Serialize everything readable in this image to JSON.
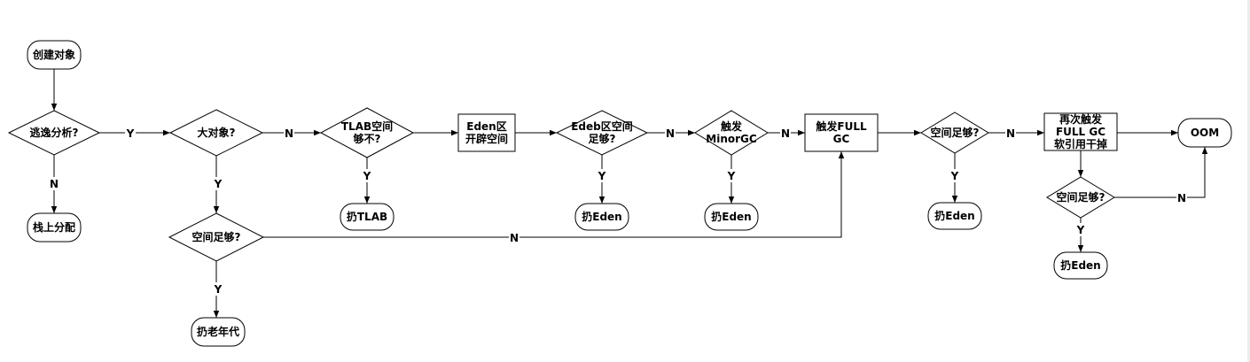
{
  "nodes": [
    {
      "id": "create",
      "type": "terminal",
      "lines": [
        "创建对象"
      ]
    },
    {
      "id": "escape",
      "type": "decision",
      "lines": [
        "逃逸分析?"
      ]
    },
    {
      "id": "stack",
      "type": "terminal",
      "lines": [
        "栈上分配"
      ]
    },
    {
      "id": "bigobj",
      "type": "decision",
      "lines": [
        "大对象?"
      ]
    },
    {
      "id": "oldspace",
      "type": "decision",
      "lines": [
        "空间足够?"
      ]
    },
    {
      "id": "oldgen",
      "type": "terminal",
      "lines": [
        "扔老年代"
      ]
    },
    {
      "id": "tlab",
      "type": "decision",
      "lines": [
        "TLAB空间",
        "够不?"
      ]
    },
    {
      "id": "tlabput",
      "type": "terminal",
      "lines": [
        "扔TLAB"
      ]
    },
    {
      "id": "edenopen",
      "type": "process",
      "lines": [
        "Eden区",
        "开辟空间"
      ]
    },
    {
      "id": "edebspace",
      "type": "decision",
      "lines": [
        "Edeb区空间",
        "足够?"
      ]
    },
    {
      "id": "eden1",
      "type": "terminal",
      "lines": [
        "扔Eden"
      ]
    },
    {
      "id": "minor",
      "type": "decision",
      "lines": [
        "触发",
        "MinorGC"
      ]
    },
    {
      "id": "eden2",
      "type": "terminal",
      "lines": [
        "扔Eden"
      ]
    },
    {
      "id": "fullgc",
      "type": "process",
      "lines": [
        "触发FULL",
        "GC"
      ]
    },
    {
      "id": "space2",
      "type": "decision",
      "lines": [
        "空间足够?"
      ]
    },
    {
      "id": "eden3",
      "type": "terminal",
      "lines": [
        "扔Eden"
      ]
    },
    {
      "id": "fullgc2",
      "type": "process",
      "lines": [
        "再次触发",
        "FULL GC",
        "软引用干掉"
      ]
    },
    {
      "id": "space3",
      "type": "decision",
      "lines": [
        "空间足够?"
      ]
    },
    {
      "id": "eden4",
      "type": "terminal",
      "lines": [
        "扔Eden"
      ]
    },
    {
      "id": "oom",
      "type": "terminal",
      "lines": [
        "OOM"
      ]
    }
  ],
  "edges": [
    {
      "id": "e1",
      "from": "create",
      "to": "escape",
      "label": ""
    },
    {
      "id": "e2",
      "from": "escape",
      "to": "bigobj",
      "label": "Y"
    },
    {
      "id": "e3",
      "from": "escape",
      "to": "stack",
      "label": "N"
    },
    {
      "id": "e4",
      "from": "bigobj",
      "to": "tlab",
      "label": "N"
    },
    {
      "id": "e5",
      "from": "bigobj",
      "to": "oldspace",
      "label": "Y"
    },
    {
      "id": "e6",
      "from": "oldspace",
      "to": "oldgen",
      "label": "Y"
    },
    {
      "id": "e7",
      "from": "oldspace",
      "to": "fullgc",
      "label": "N"
    },
    {
      "id": "e8",
      "from": "tlab",
      "to": "tlabput",
      "label": "Y"
    },
    {
      "id": "e9",
      "from": "tlab",
      "to": "edenopen",
      "label": ""
    },
    {
      "id": "e10",
      "from": "edenopen",
      "to": "edebspace",
      "label": ""
    },
    {
      "id": "e11",
      "from": "edebspace",
      "to": "eden1",
      "label": "Y"
    },
    {
      "id": "e12",
      "from": "edebspace",
      "to": "minor",
      "label": "N"
    },
    {
      "id": "e13",
      "from": "minor",
      "to": "eden2",
      "label": "Y"
    },
    {
      "id": "e14",
      "from": "minor",
      "to": "fullgc",
      "label": "N"
    },
    {
      "id": "e15",
      "from": "fullgc",
      "to": "space2",
      "label": ""
    },
    {
      "id": "e16",
      "from": "space2",
      "to": "eden3",
      "label": "Y"
    },
    {
      "id": "e17",
      "from": "space2",
      "to": "fullgc2",
      "label": "N"
    },
    {
      "id": "e18",
      "from": "fullgc2",
      "to": "oom",
      "label": ""
    },
    {
      "id": "e19",
      "from": "fullgc2",
      "to": "space3",
      "label": ""
    },
    {
      "id": "e20",
      "from": "space3",
      "to": "eden4",
      "label": "Y"
    },
    {
      "id": "e21",
      "from": "space3",
      "to": "oom",
      "label": "N"
    }
  ]
}
